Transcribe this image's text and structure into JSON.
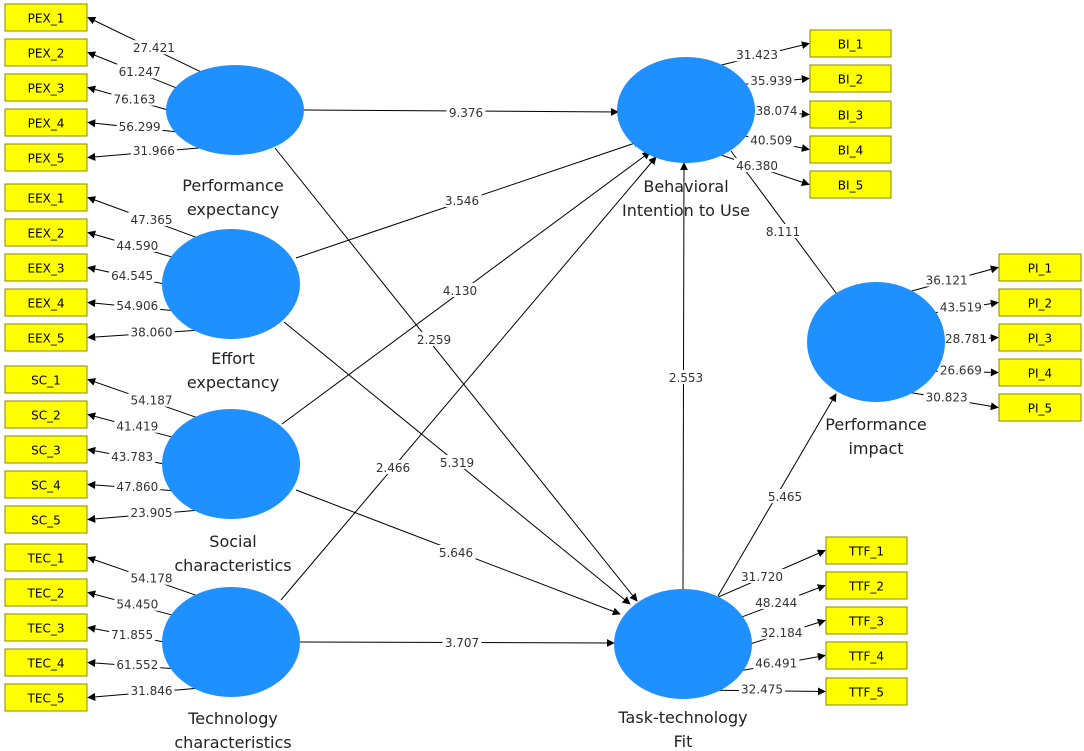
{
  "constructs": {
    "pex": {
      "line1": "Performance",
      "line2": "expectancy"
    },
    "eex": {
      "line1": "Effort",
      "line2": "expectancy"
    },
    "sc": {
      "line1": "Social",
      "line2": "characteristics"
    },
    "tec": {
      "line1": "Technology",
      "line2": "characteristics"
    },
    "bi": {
      "line1": "Behavioral",
      "line2": "Intention to Use"
    },
    "pi": {
      "line1": "Performance",
      "line2": "impact"
    },
    "ttf": {
      "line1": "Task-technology",
      "line2": "Fit"
    }
  },
  "indicators": {
    "pex": [
      "PEX_1",
      "PEX_2",
      "PEX_3",
      "PEX_4",
      "PEX_5"
    ],
    "eex": [
      "EEX_1",
      "EEX_2",
      "EEX_3",
      "EEX_4",
      "EEX_5"
    ],
    "sc": [
      "SC_1",
      "SC_2",
      "SC_3",
      "SC_4",
      "SC_5"
    ],
    "tec": [
      "TEC_1",
      "TEC_2",
      "TEC_3",
      "TEC_4",
      "TEC_5"
    ],
    "bi": [
      "BI_1",
      "BI_2",
      "BI_3",
      "BI_4",
      "BI_5"
    ],
    "pi": [
      "PI_1",
      "PI_2",
      "PI_3",
      "PI_4",
      "PI_5"
    ],
    "ttf": [
      "TTF_1",
      "TTF_2",
      "TTF_3",
      "TTF_4",
      "TTF_5"
    ]
  },
  "loadings": {
    "pex": [
      "27.421",
      "61.247",
      "76.163",
      "56.299",
      "31.966"
    ],
    "eex": [
      "47.365",
      "44.590",
      "64.545",
      "54.906",
      "38.060"
    ],
    "sc": [
      "54.187",
      "41.419",
      "43.783",
      "47.860",
      "23.905"
    ],
    "tec": [
      "54.178",
      "54.450",
      "71.855",
      "61.552",
      "31.846"
    ],
    "bi": [
      "31.423",
      "35.939",
      "38.074",
      "40.509",
      "46.380"
    ],
    "pi": [
      "36.121",
      "43.519",
      "28.781",
      "26.669",
      "30.823"
    ],
    "ttf": [
      "31.720",
      "48.244",
      "32.184",
      "46.491",
      "32.475"
    ]
  },
  "paths": [
    {
      "from": "pex",
      "to": "bi",
      "value": "9.376"
    },
    {
      "from": "eex",
      "to": "bi",
      "value": "3.546"
    },
    {
      "from": "sc",
      "to": "bi",
      "value": "4.130"
    },
    {
      "from": "tec",
      "to": "bi",
      "value": "2.466"
    },
    {
      "from": "pex",
      "to": "ttf",
      "value": "2.259"
    },
    {
      "from": "eex",
      "to": "ttf",
      "value": "5.319"
    },
    {
      "from": "sc",
      "to": "ttf",
      "value": "5.646"
    },
    {
      "from": "tec",
      "to": "ttf",
      "value": "3.707"
    },
    {
      "from": "ttf",
      "to": "bi",
      "value": "2.553"
    },
    {
      "from": "bi",
      "to": "pi",
      "value": "8.111"
    },
    {
      "from": "ttf",
      "to": "pi",
      "value": "5.465"
    }
  ],
  "colors": {
    "construct": "#1e90ff",
    "indicator": "#ffff00",
    "line": "#000000"
  }
}
